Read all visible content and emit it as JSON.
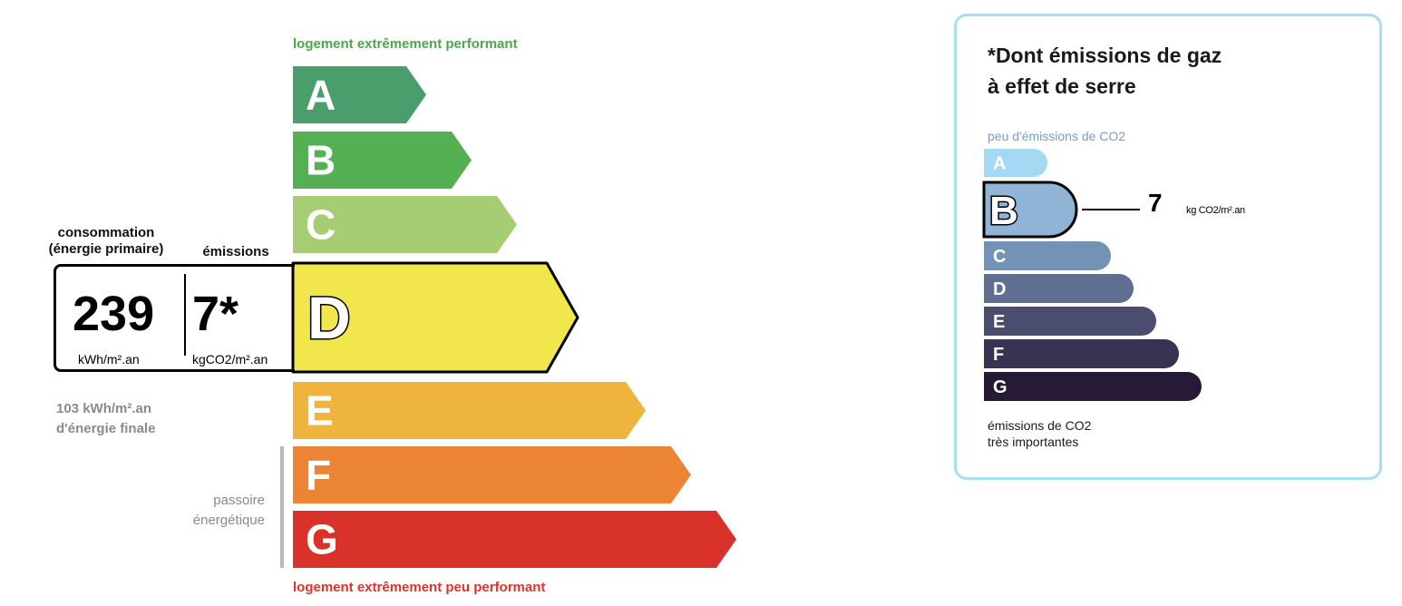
{
  "dpe": {
    "top_caption": "logement extrêmement performant",
    "bottom_caption": "logement extrêmement peu performant",
    "consumption_header_line1": "consommation",
    "consumption_header_line2": "(énergie primaire)",
    "emissions_header": "émissions",
    "consumption_value": "239",
    "consumption_unit": "kWh/m².an",
    "emissions_value": "7*",
    "emissions_unit": "kgCO2/m².an",
    "final_energy_line1": "103 kWh/m².an",
    "final_energy_line2": "d'énergie finale",
    "passoire_line1": "passoire",
    "passoire_line2": "énergétique",
    "current_class": "D",
    "classes": [
      {
        "letter": "A",
        "color": "#4a9e6b"
      },
      {
        "letter": "B",
        "color": "#55b054"
      },
      {
        "letter": "C",
        "color": "#a6cd73"
      },
      {
        "letter": "D",
        "color": "#f1e64b"
      },
      {
        "letter": "E",
        "color": "#efb43d"
      },
      {
        "letter": "F",
        "color": "#eb8535"
      },
      {
        "letter": "G",
        "color": "#d8322a"
      }
    ]
  },
  "ges": {
    "title_line1": "*Dont émissions de gaz",
    "title_line2": "à effet de serre",
    "top_caption": "peu d'émissions de CO2",
    "bottom_caption_line1": "émissions de CO2",
    "bottom_caption_line2": "très importantes",
    "current_class": "B",
    "value": "7",
    "unit": "kg CO2/m².an",
    "classes": [
      {
        "letter": "A",
        "color": "#a4d9f4"
      },
      {
        "letter": "B",
        "color": "#8fb4d6"
      },
      {
        "letter": "C",
        "color": "#7393b6"
      },
      {
        "letter": "D",
        "color": "#5f6e91"
      },
      {
        "letter": "E",
        "color": "#4a4d6e"
      },
      {
        "letter": "F",
        "color": "#363353"
      },
      {
        "letter": "G",
        "color": "#261a37"
      }
    ]
  }
}
